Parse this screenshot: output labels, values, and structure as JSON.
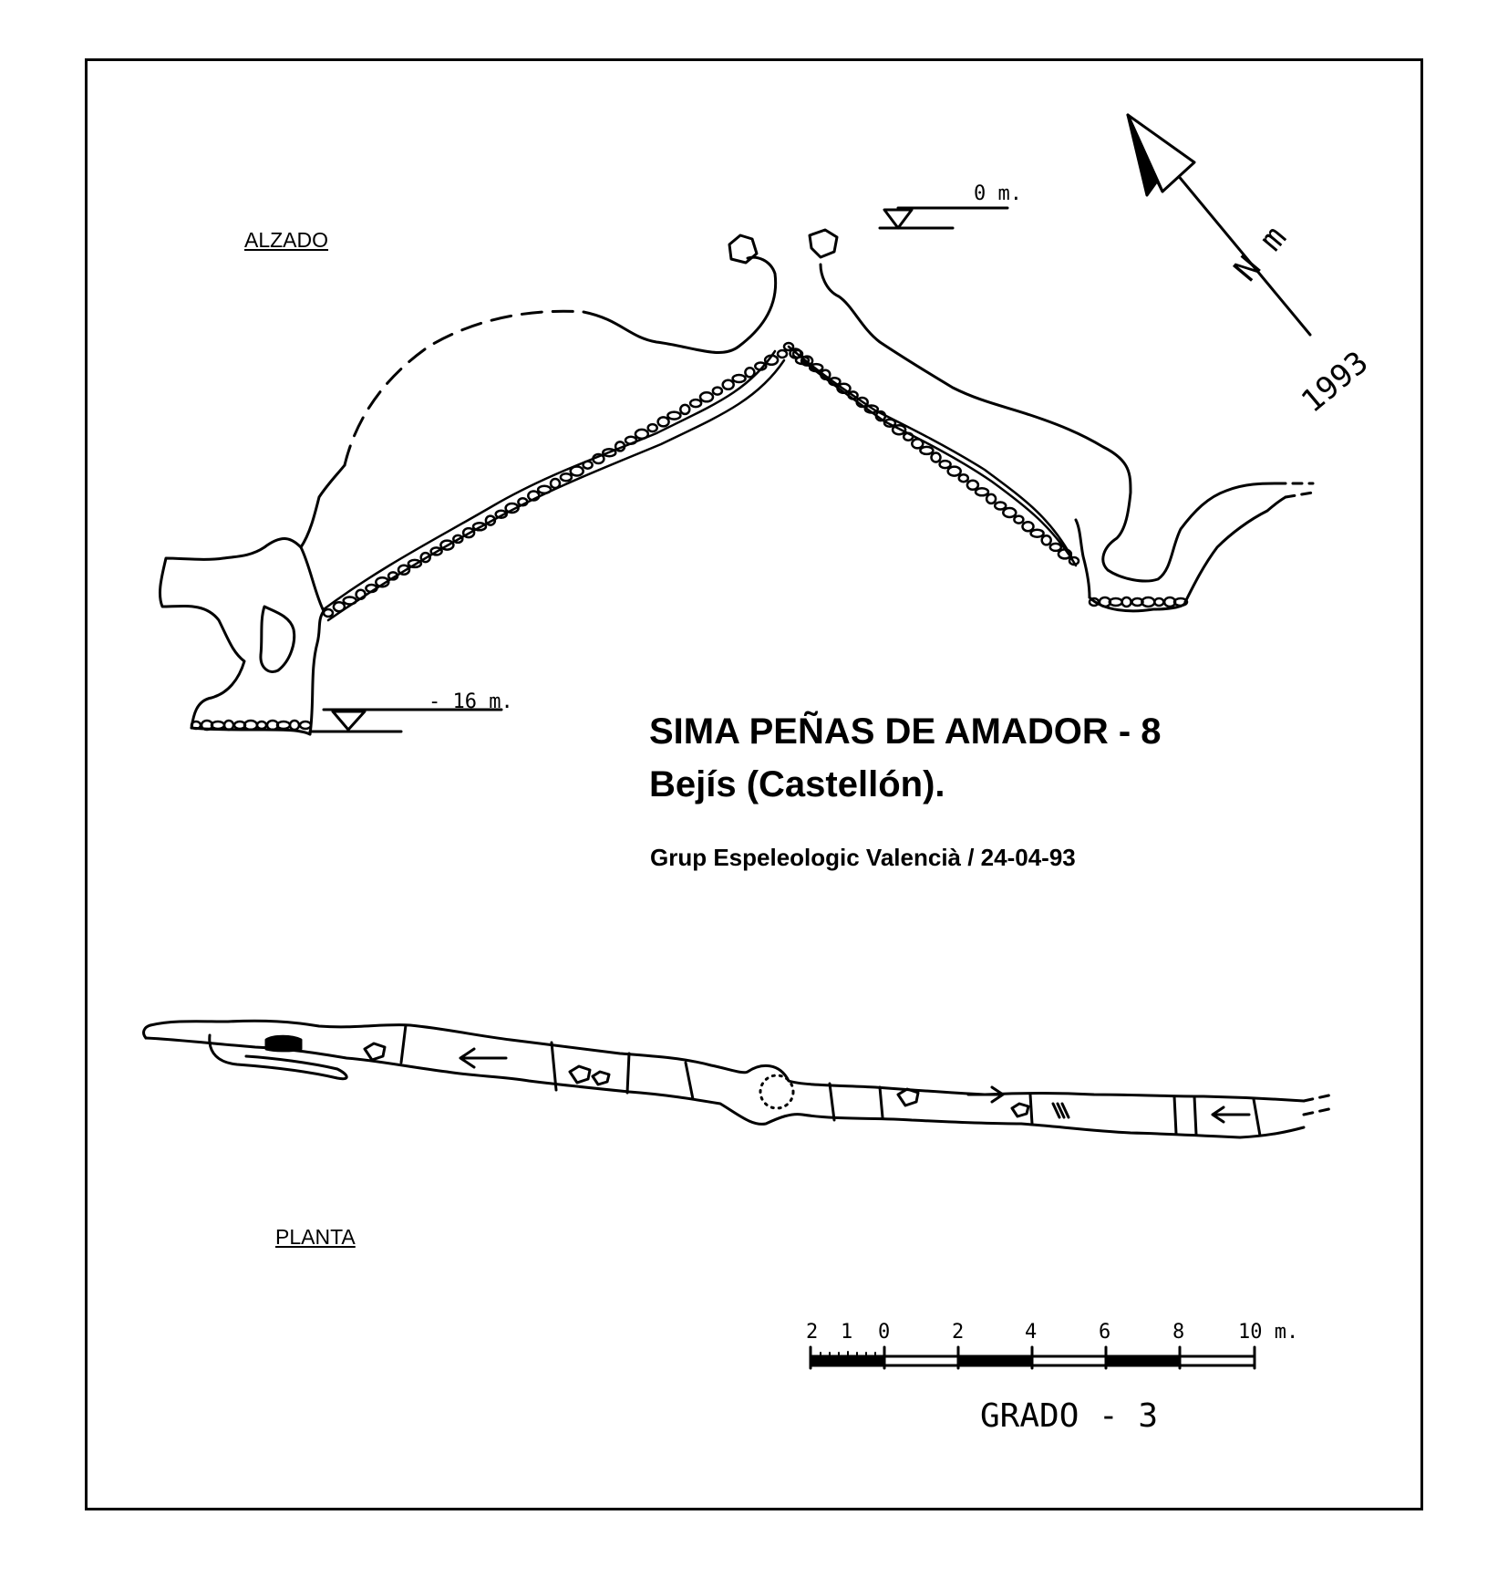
{
  "sections": {
    "elevation_label": "ALZADO",
    "plan_label": "PLANTA"
  },
  "depth_marks": {
    "top": "0 m.",
    "bottom": "- 16 m."
  },
  "title": {
    "line1": "SIMA PEÑAS DE AMADOR - 8",
    "line2": "Bejís  (Castellón)."
  },
  "credit": "Grup Espeleologic Valencià  /  24-04-93",
  "north_arrow": {
    "label": "N m",
    "year": "1993",
    "icon": "north-arrow-icon"
  },
  "scale_bar": {
    "ticks": [
      "2",
      "1",
      "0",
      "2",
      "4",
      "6",
      "8",
      "10 m."
    ],
    "grade": "GRADO - 3"
  },
  "colors": {
    "ink": "#000000",
    "paper": "#ffffff"
  }
}
